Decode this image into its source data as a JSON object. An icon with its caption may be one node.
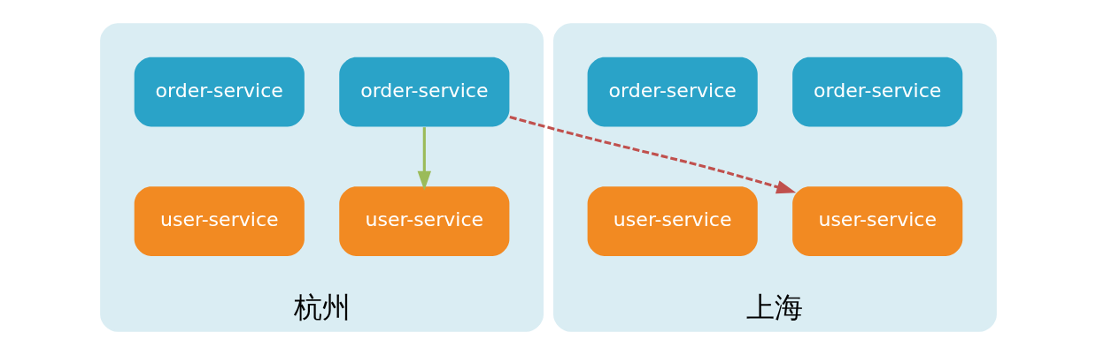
{
  "diagram": {
    "nodes": [
      {
        "text": [
          "杭州"
        ]
      },
      {
        "text": [
          "order-service"
        ],
        "in": 0
      },
      {
        "text": [
          "order-service"
        ],
        "in": 0
      },
      {
        "text": [
          "user-service"
        ],
        "in": 0
      },
      {
        "text": [
          "user-service"
        ],
        "in": 0
      },
      {
        "text": [
          "上海"
        ]
      },
      {
        "text": [
          "order-service"
        ],
        "in": 5
      },
      {
        "text": [
          "order-service"
        ],
        "in": 5
      },
      {
        "text": [
          "user-service"
        ],
        "in": 5
      },
      {
        "text": [
          "user-service"
        ],
        "in": 5
      }
    ],
    "edges": [
      {
        "from": 2,
        "to": 4,
        "arrow": "to",
        "color": "#9bbb59"
      },
      {
        "from": 2,
        "to": 8,
        "arrow": "to",
        "style": "dashed",
        "color": "#c0504d"
      }
    ]
  }
}
